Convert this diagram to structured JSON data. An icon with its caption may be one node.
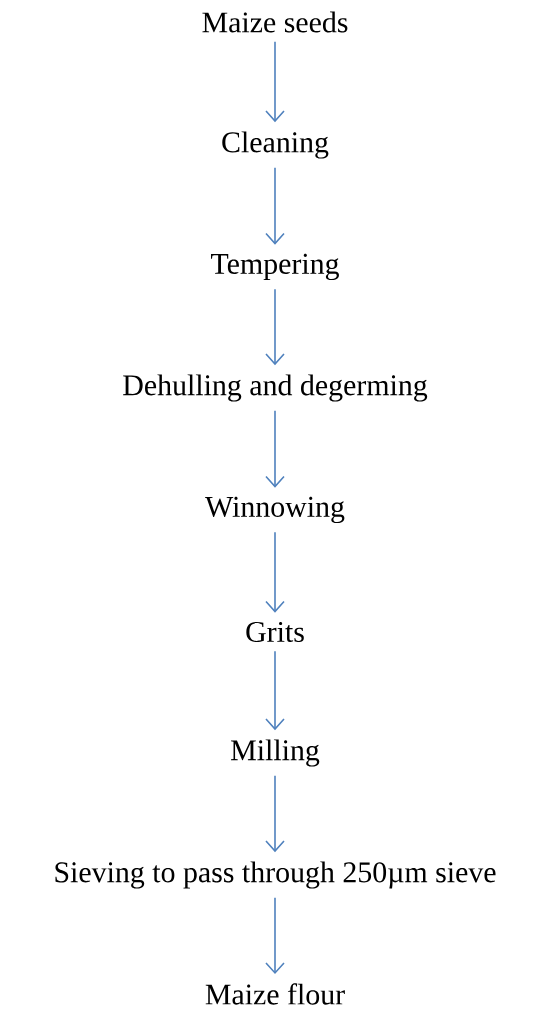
{
  "diagram": {
    "nodes": [
      {
        "text": [
          "Maize seeds"
        ]
      },
      {
        "text": [
          "Cleaning"
        ]
      },
      {
        "text": [
          "Tempering"
        ]
      },
      {
        "text": [
          "Dehulling and degerming"
        ]
      },
      {
        "text": [
          "Winnowing"
        ]
      },
      {
        "text": [
          "Grits"
        ]
      },
      {
        "text": [
          "Milling"
        ]
      },
      {
        "text": [
          "Sieving to pass through 250µm sieve"
        ]
      },
      {
        "text": [
          "Maize flour"
        ]
      }
    ],
    "edges": [
      {
        "from": 0,
        "to": 1,
        "arrow": "to"
      },
      {
        "from": 1,
        "to": 2,
        "arrow": "to"
      },
      {
        "from": 2,
        "to": 3,
        "arrow": "to"
      },
      {
        "from": 3,
        "to": 4,
        "arrow": "to"
      },
      {
        "from": 4,
        "to": 5,
        "arrow": "to"
      },
      {
        "from": 5,
        "to": 6,
        "arrow": "to"
      },
      {
        "from": 6,
        "to": 7,
        "arrow": "to"
      },
      {
        "from": 7,
        "to": 8,
        "arrow": "to"
      }
    ]
  }
}
